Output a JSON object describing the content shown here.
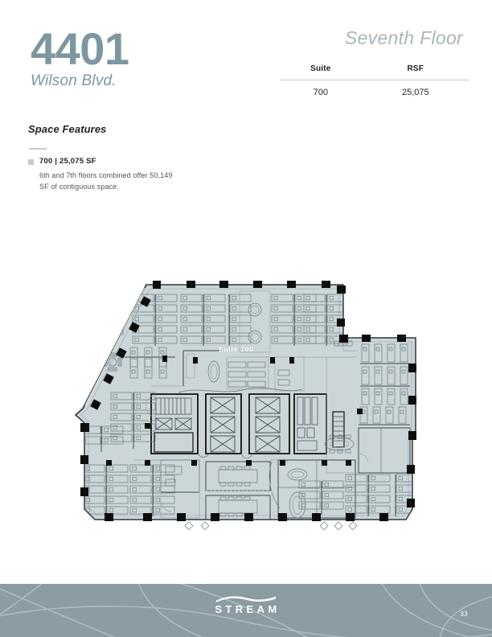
{
  "header": {
    "building_number": "4401",
    "building_street": "Wilson Blvd.",
    "floor_title": "Seventh Floor"
  },
  "suite_table": {
    "columns": [
      "Suite",
      "RSF"
    ],
    "rows": [
      {
        "suite": "700",
        "rsf": "25,075"
      }
    ]
  },
  "space_features": {
    "heading": "Space Features",
    "items": [
      {
        "title": "700 | 25,075 SF",
        "description": "6th and 7th floors combined offer 50,149 SF of contiguous space."
      }
    ]
  },
  "floorplan": {
    "suite_label": "Suite 700",
    "fill_color": "#ccd5d8",
    "line_color": "#3d4b50",
    "column_color": "#101010"
  },
  "footer": {
    "wordmark": "STREAM",
    "page_number": "33",
    "band_color": "#8b9ca2"
  },
  "colors": {
    "brand_slate": "#7d97a0",
    "muted_grey": "#a9b6bb",
    "rule_grey": "#c3ccd0",
    "text_dark": "#231f20"
  }
}
